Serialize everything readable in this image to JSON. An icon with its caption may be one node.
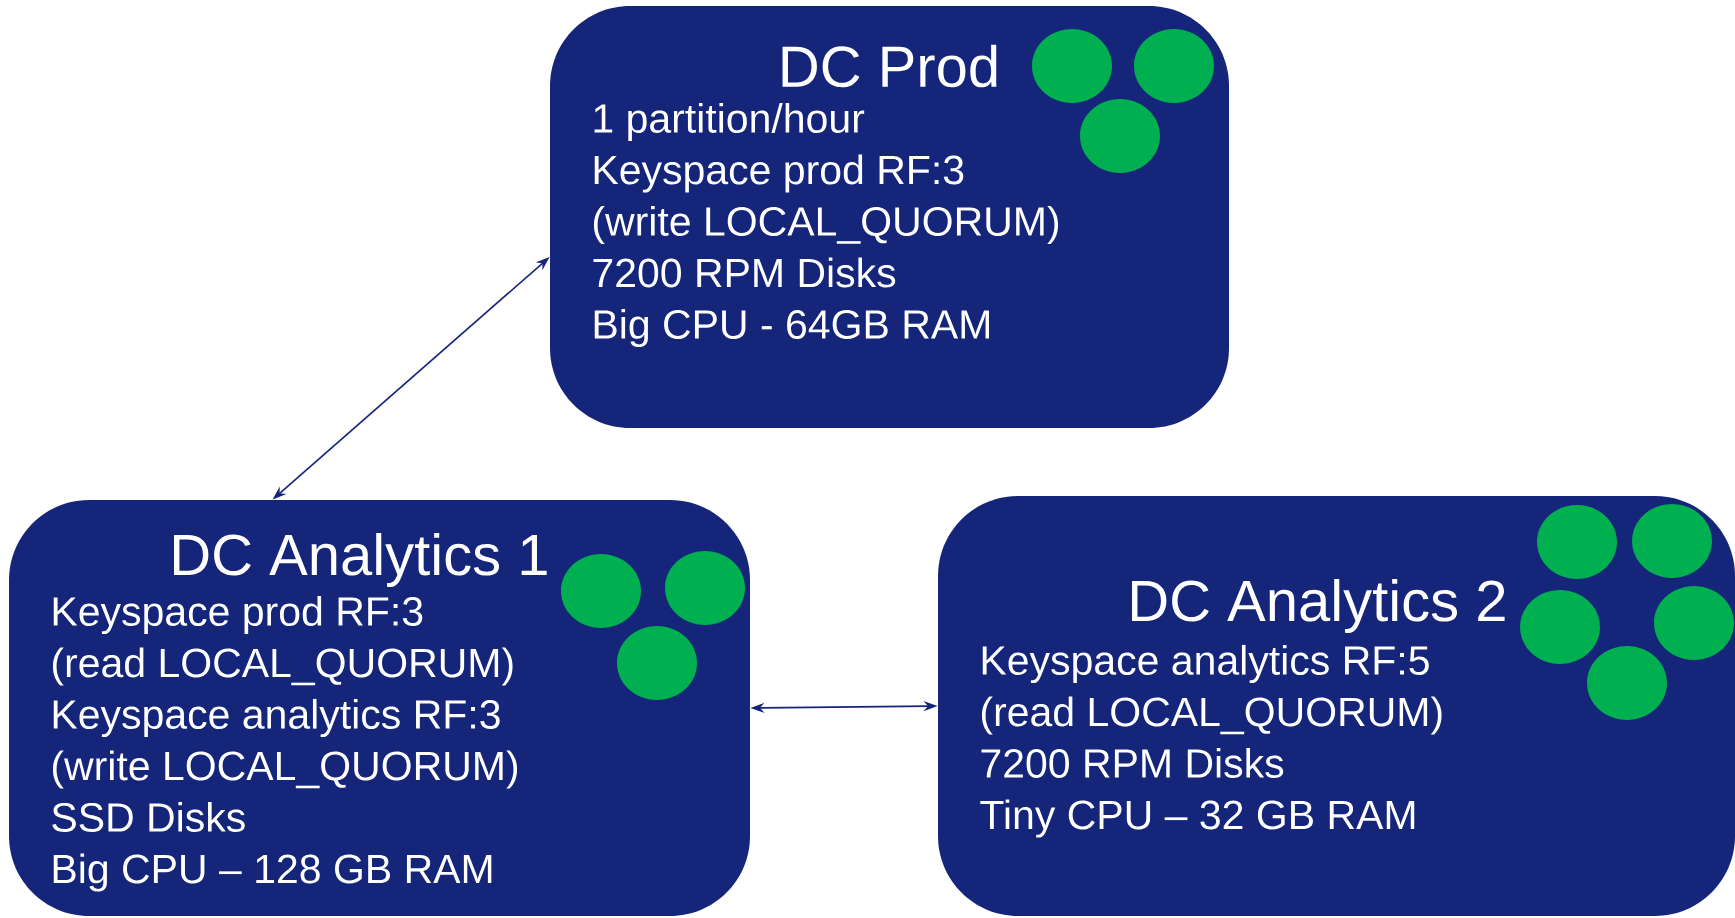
{
  "diagram": {
    "nodes": [
      {
        "text": [
          "DC Prod",
          "1 partition/hour",
          "Keyspace prod RF:3",
          "(write LOCAL_QUORUM)",
          "7200 RPM Disks",
          "Big CPU - 64GB RAM"
        ]
      },
      {
        "text": [
          "DC Analytics 1",
          "Keyspace prod RF:3",
          "(read LOCAL_QUORUM)",
          "Keyspace analytics RF:3",
          "(write LOCAL_QUORUM)",
          "SSD Disks",
          "Big CPU – 128 GB RAM"
        ]
      },
      {
        "text": [
          "DC Analytics 2",
          "Keyspace analytics RF:5",
          "(read LOCAL_QUORUM)",
          "7200 RPM Disks",
          "Tiny CPU – 32 GB RAM"
        ]
      }
    ],
    "edges": [
      {
        "from": 0,
        "to": 1,
        "arrow": "both"
      },
      {
        "from": 1,
        "to": 2,
        "arrow": "both"
      }
    ]
  }
}
